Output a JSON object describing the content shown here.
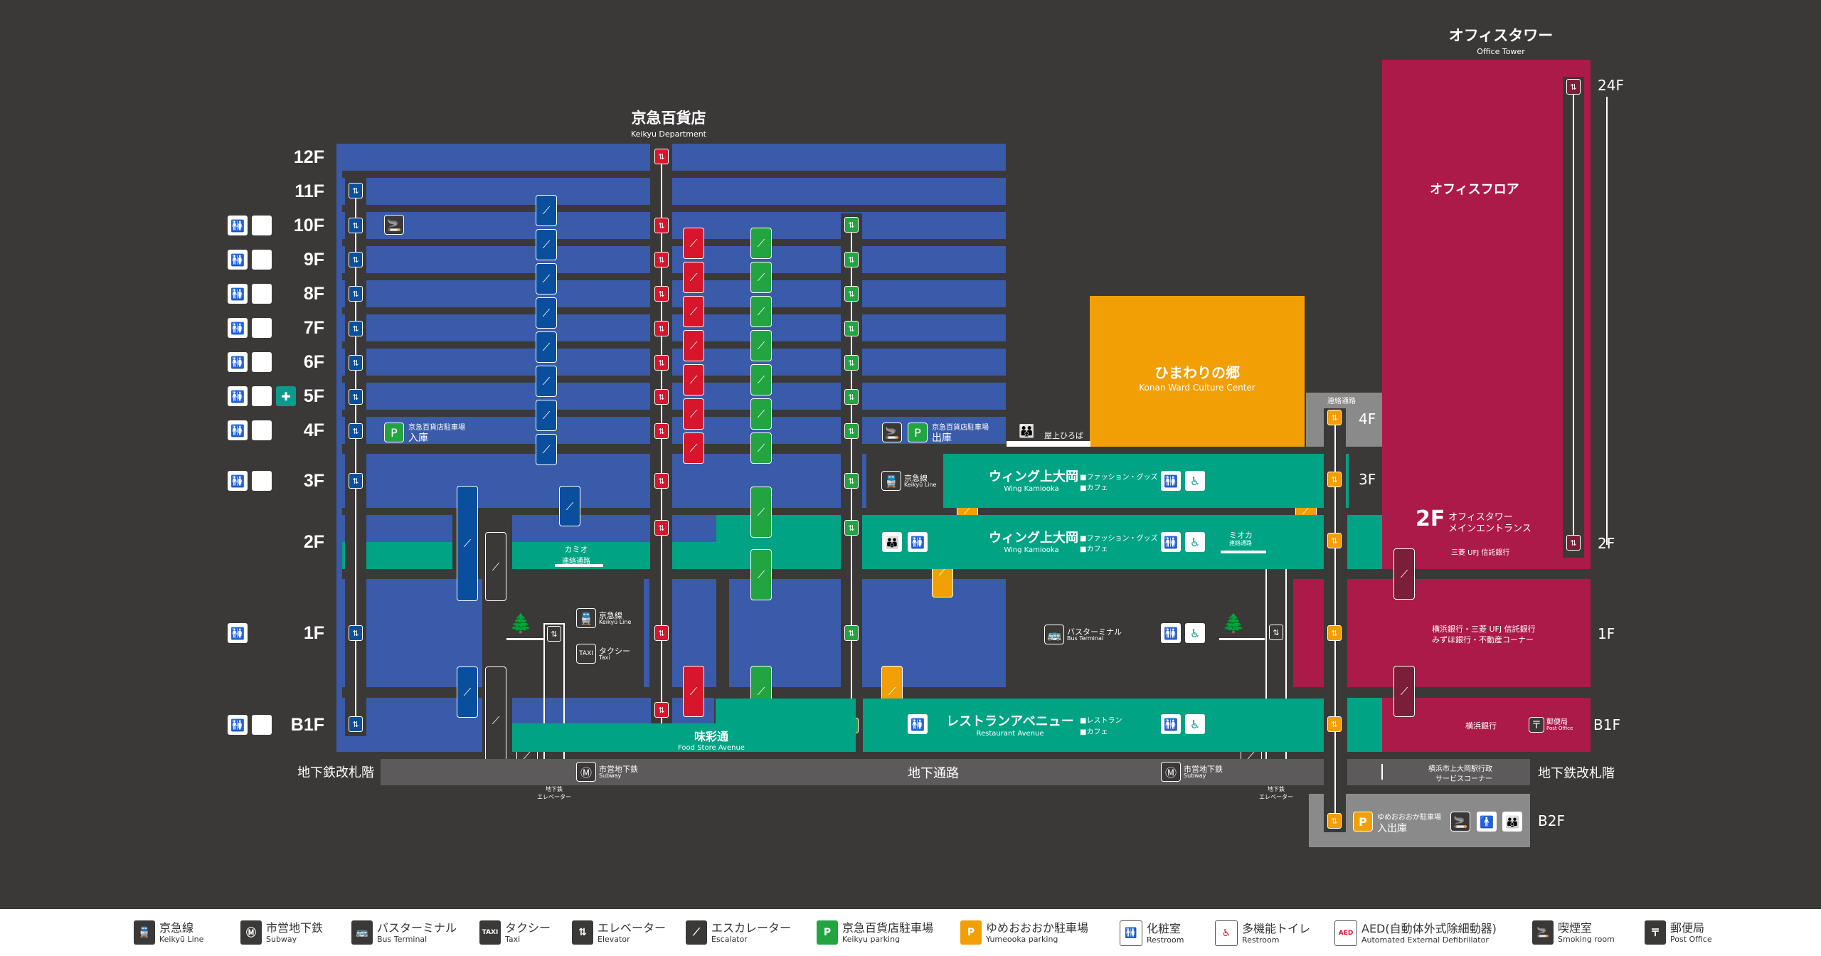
{
  "buildings": {
    "keikyu_dept": {
      "jp": "京急百貨店",
      "en": "Keikyu Department"
    },
    "office_tower": {
      "jp": "オフィスタワー",
      "en": "Office Tower"
    },
    "culture_center": {
      "jp": "ひまわりの郷",
      "en": "Konan Ward Culture Center"
    },
    "office_floor": "オフィスフロア"
  },
  "floors_left": [
    "12F",
    "11F",
    "10F",
    "9F",
    "8F",
    "7F",
    "6F",
    "5F",
    "4F",
    "3F",
    "2F",
    "1F",
    "B1F"
  ],
  "subway_level": "地下鉄改札階",
  "floors_right": {
    "f4": "4F",
    "f3": "3F",
    "f24": "24F",
    "f2": "2F",
    "f1": "1F",
    "b1": "B1F",
    "b2": "B2F",
    "subway": "地下鉄改札階"
  },
  "areas": {
    "wing_3f": {
      "jp": "ウィング上大岡",
      "en": "Wing Kamiooka",
      "items": [
        "■ファッション・グッズ",
        "■カフェ"
      ]
    },
    "wing_2f": {
      "jp": "ウィング上大岡",
      "en": "Wing Kamiooka",
      "items": [
        "■ファッション・グッズ",
        "■カフェ"
      ]
    },
    "restaurant": {
      "jp": "レストランアベニュー",
      "en": "Restaurant Avenue",
      "items": [
        "■レストラン",
        "■カフェ"
      ]
    },
    "food_store": {
      "jp": "味彩通",
      "en": "Food Store Avenue"
    },
    "underground": "地下通路",
    "kamio": {
      "jp": "カミオ",
      "sub": "連絡通路"
    },
    "mioka": {
      "jp": "ミオカ",
      "sub": "連絡通路"
    },
    "rooftop": "屋上ひろば",
    "connect_4f": "連絡通路",
    "parking_in": {
      "name": "京急百貨店駐車場",
      "action": "入庫"
    },
    "parking_out": {
      "name": "京急百貨店駐車場",
      "action": "出庫"
    },
    "parking_b2": {
      "name": "ゆめおおおか駐車場",
      "action": "入出庫"
    },
    "office_2f_floor": "2F",
    "office_2f": [
      "オフィスタワー",
      "メインエントランス"
    ],
    "office_2f_bank": "三菱 UFJ 信託銀行",
    "office_1f": [
      "横浜銀行・三菱 UFJ 信託銀行",
      "みずほ銀行・不動産コーナー"
    ],
    "office_b1": "横浜銀行",
    "service_corner": [
      "横浜市上大岡駅行政",
      "サービスコーナー"
    ],
    "subway_elev": [
      "地下鉄",
      "エレベーター"
    ],
    "post_office": {
      "jp": "郵便局",
      "en": "Post Office"
    },
    "keikyu_line_a": {
      "jp": "京急線",
      "en": "Keikyū Line"
    },
    "keikyu_line_b": {
      "jp": "京急線",
      "en": "Keikyū Line"
    },
    "taxi": {
      "jp": "タクシー",
      "en": "Taxi"
    },
    "bus": {
      "jp": "バスターミナル",
      "en": "Bus Terminal"
    },
    "subway_a": {
      "jp": "市営地下鉄",
      "en": "Subway"
    },
    "subway_b": {
      "jp": "市営地下鉄",
      "en": "Subway"
    }
  },
  "icons": {
    "elevator": "⇅",
    "escalator": "⟋",
    "restroom": "🚻",
    "accessible": "♿",
    "smoking": "🚬",
    "parking": "P",
    "train": "🚆",
    "taxi": "TAXI",
    "bus": "🚌",
    "subway": "Ⓜ",
    "post": "〒",
    "aed": "AED",
    "nurse": "✚",
    "male": "🚹",
    "family": "👪"
  },
  "legend": [
    {
      "jp": "京急線",
      "en": "Keikyū Line",
      "icon": "🚆",
      "color": "#3b3838"
    },
    {
      "jp": "市営地下鉄",
      "en": "Subway",
      "icon": "Ⓜ",
      "color": "#3b3838"
    },
    {
      "jp": "バスターミナル",
      "en": "Bus Terminal",
      "icon": "🚌",
      "color": "#3b3838"
    },
    {
      "jp": "タクシー",
      "en": "Taxi",
      "icon": "TAXI",
      "color": "#3b3838"
    },
    {
      "jp": "エレベーター",
      "en": "Elevator",
      "icon": "⇅",
      "color": "#3b3838"
    },
    {
      "jp": "エスカレーター",
      "en": "Escalator",
      "icon": "⟋",
      "color": "#3b3838"
    },
    {
      "jp": "京急百貨店駐車場",
      "en": "Keikyu parking",
      "icon": "P",
      "color": "#22a541"
    },
    {
      "jp": "ゆめおおおか駐車場",
      "en": "Yumeooka parking",
      "icon": "P",
      "color": "#f29f05"
    },
    {
      "jp": "化粧室",
      "en": "Restroom",
      "icon": "🚻",
      "color": "#ffffff"
    },
    {
      "jp": "多機能トイレ",
      "en": "Restroom",
      "icon": "♿",
      "color": "#ffffff"
    },
    {
      "jp": "AED(自動体外式除細動器)",
      "en": "Automated External Defibrillator",
      "icon": "AED",
      "color": "#ffffff"
    },
    {
      "jp": "喫煙室",
      "en": "Smoking room",
      "icon": "🚬",
      "color": "#3b3838"
    },
    {
      "jp": "郵便局",
      "en": "Post Office",
      "icon": "〒",
      "color": "#3b3838"
    }
  ],
  "colors": {
    "background": "#3b3838",
    "keikyu_blue": "#3a5ba9",
    "wing_teal": "#00a384",
    "culture_orange": "#f29f05",
    "office_maroon": "#ac1a4a",
    "escalator_red": "#d7162c",
    "escalator_green": "#22a541"
  }
}
